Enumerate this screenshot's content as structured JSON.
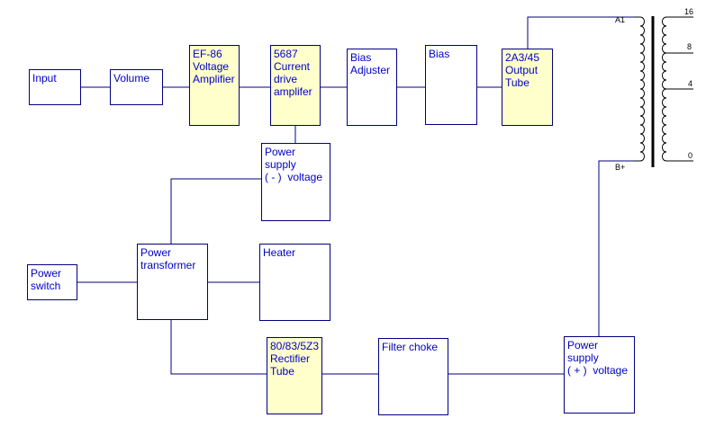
{
  "colors": {
    "wire": "#000080",
    "text": "#0000c8",
    "tube_fill": "#ffffcc",
    "block_fill": "#ffffff",
    "transformer": "#000000"
  },
  "blocks": {
    "input": "Input",
    "volume": "Volume",
    "ef86": "EF-86\nVoltage\nAmplifier",
    "driver": "5687\nCurrent\ndrive\namplifer",
    "bias_adjuster": "Bias\nAdjuster",
    "bias": "Bias",
    "output_tube": "2A3/45\nOutput\nTube",
    "ps_neg": "Power\nsupply\n( - )  voltage",
    "power_switch": "Power\nswitch",
    "power_transformer": "Power\ntransformer",
    "heater": "Heater",
    "rectifier": "80/83/5Z3\nRectifier\nTube",
    "filter_choke": "Filter choke",
    "ps_pos": "Power\nsupply\n( + )  voltage"
  },
  "transformer": {
    "primary_top": "A1",
    "primary_bottom": "B+",
    "taps": [
      "16",
      "8",
      "4",
      "0"
    ]
  }
}
